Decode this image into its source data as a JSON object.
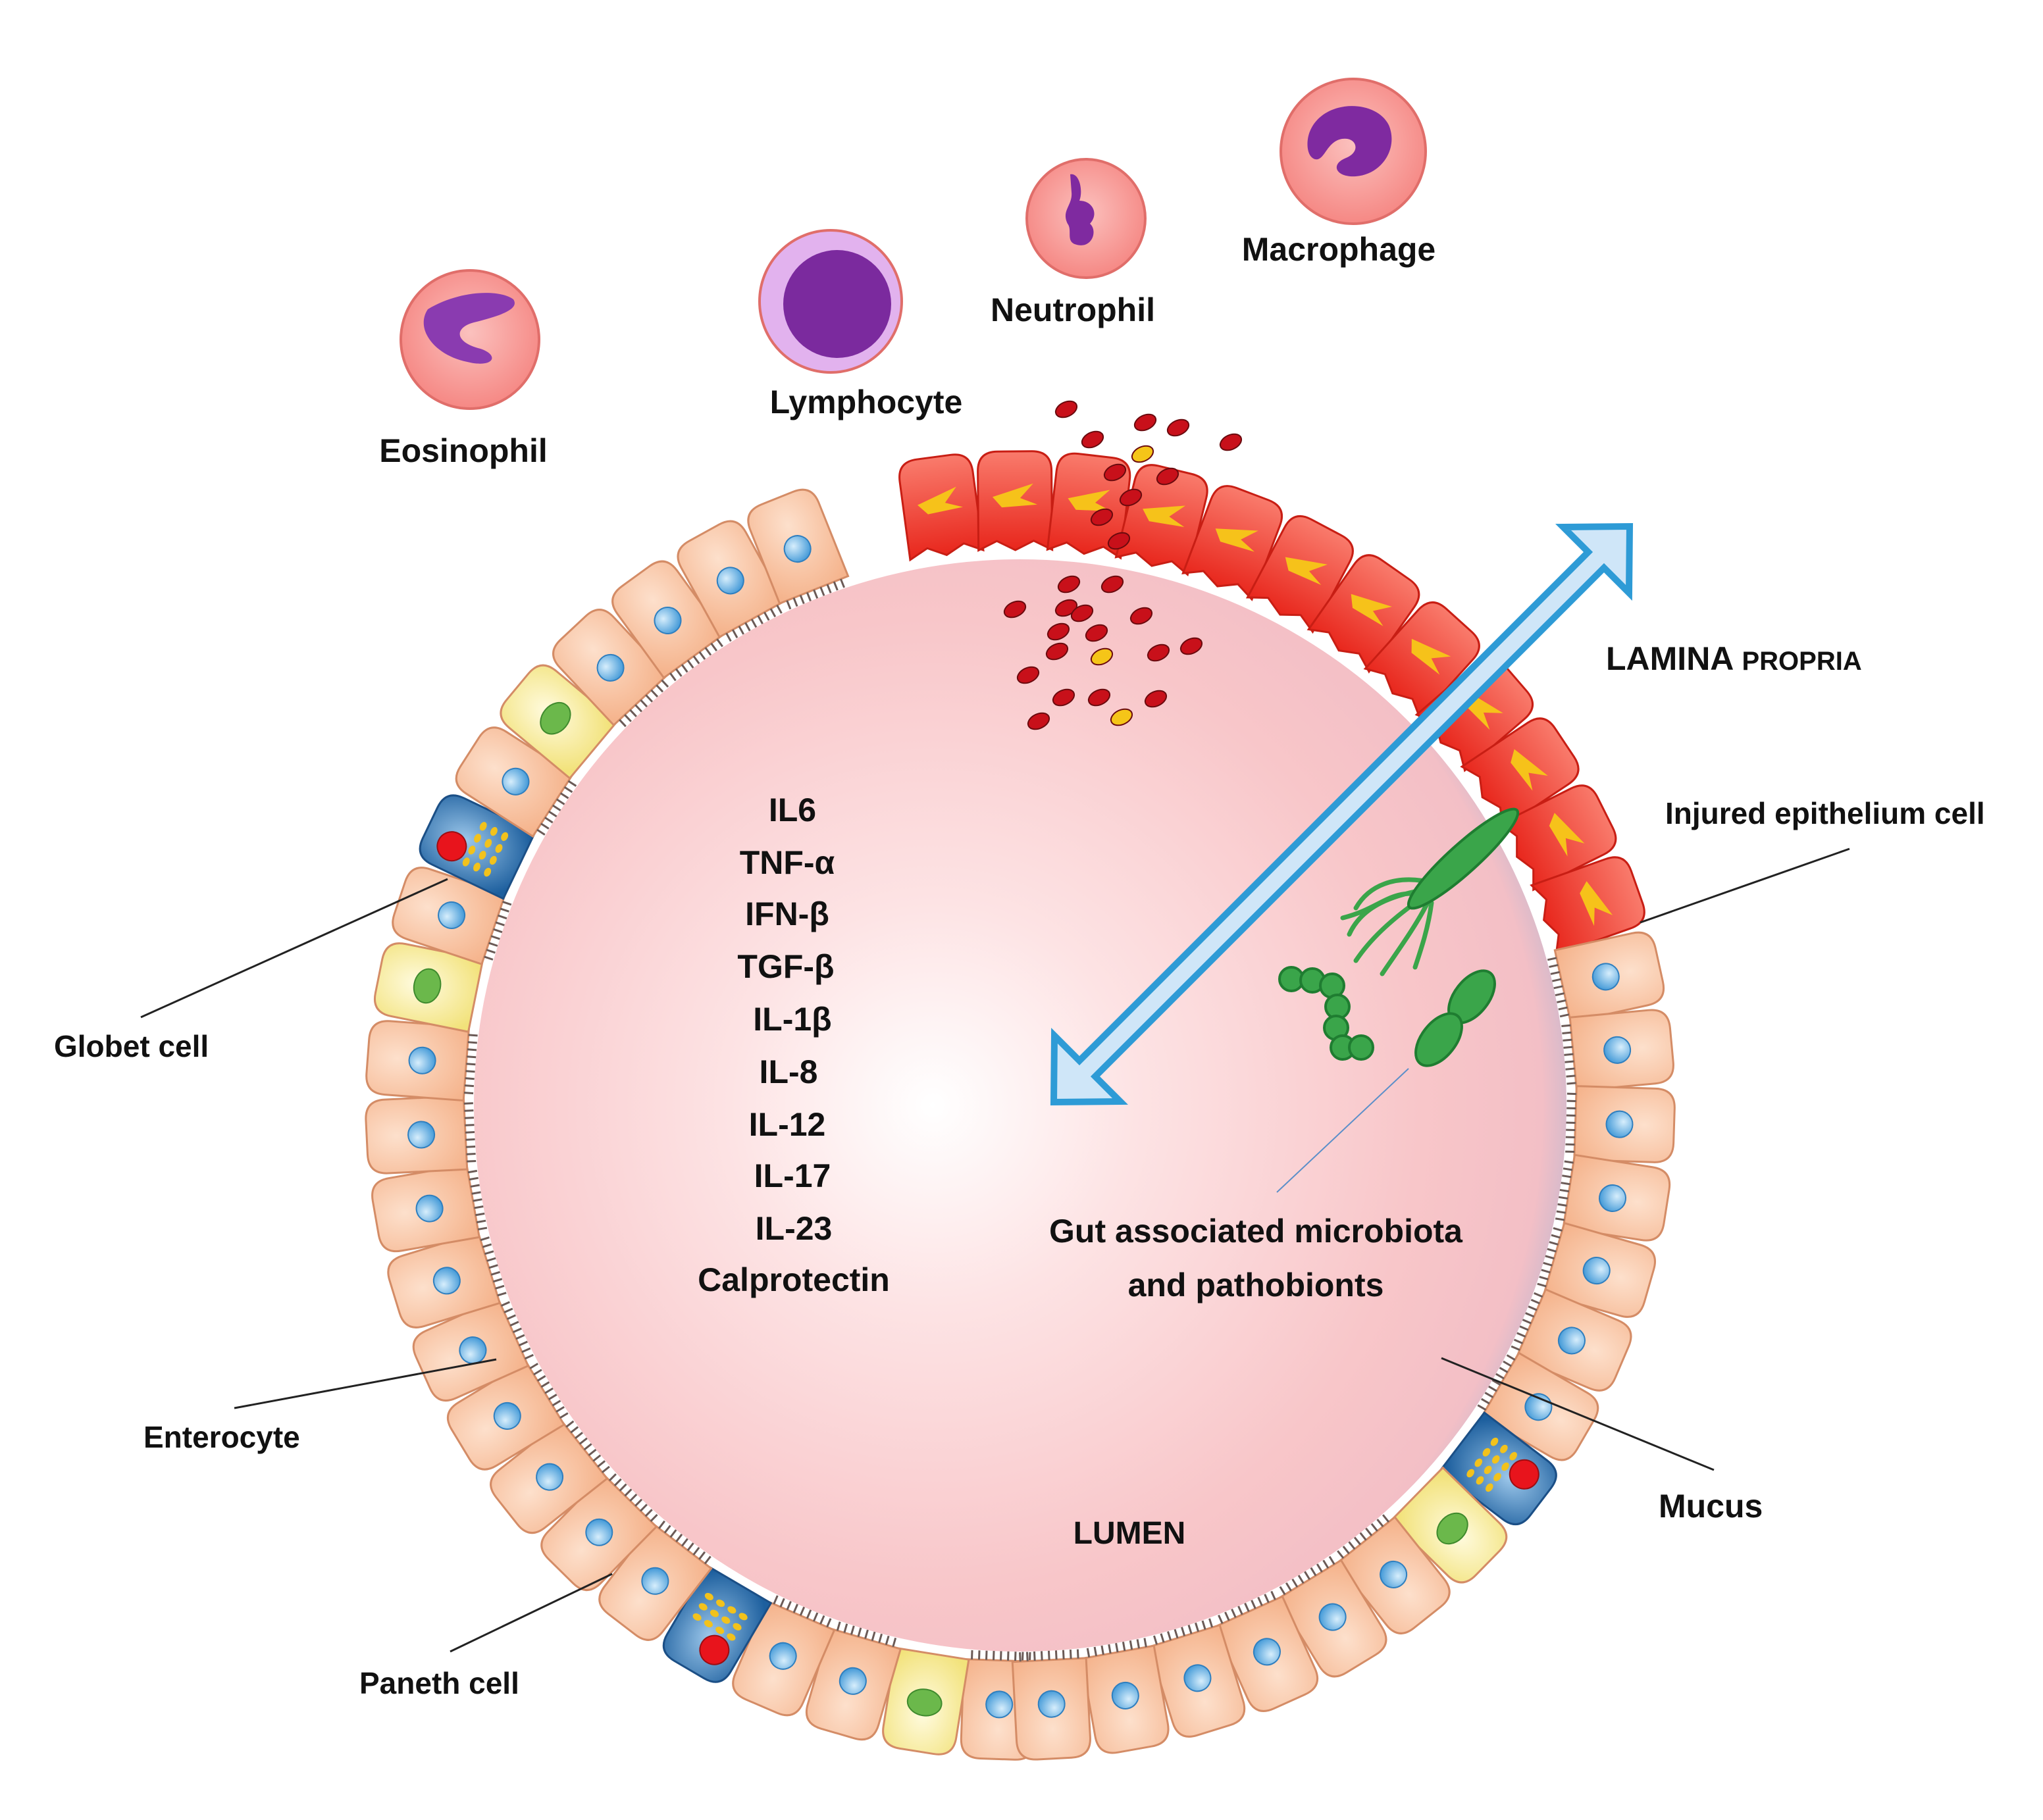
{
  "labels": {
    "eosinophil": "Eosinophil",
    "lymphocyte": "Lymphocyte",
    "neutrophil": "Neutrophil",
    "macrophage": "Macrophage",
    "lamina_main": "LAMINA ",
    "lamina_small": "PROPRIA",
    "injured_cell": "Injured epithelium cell",
    "globet_cell": "Globet cell",
    "enterocyte": "Enterocyte",
    "paneth_cell": "Paneth cell",
    "mucus": "Mucus",
    "lumen": "LUMEN",
    "microbiota_line1": "Gut associated  microbiota",
    "microbiota_line2": "and  pathobionts"
  },
  "cytokines": [
    "IL6",
    "TNF-α",
    "IFN-β",
    "TGF-β",
    "IL-1β",
    "IL-8",
    "IL-12",
    "IL-17",
    "IL-23",
    "Calprotectin"
  ],
  "colors": {
    "enterocyte": "#f9c7a5",
    "enterocyte_edge": "#d48c66",
    "enterocyte_nucleus": "#5aaee4",
    "goblet": "#f8f2a6",
    "goblet_nucleus": "#6bb84b",
    "paneth": "#2e74b7",
    "paneth_granule": "#f2c21c",
    "paneth_nucleus": "#e8141c",
    "injured": "#f04438",
    "injured_mark": "#f6c21a",
    "lumen_center": "#ffffff",
    "lumen_mid": "#f9c9cc",
    "mucus": "#a9b3d3",
    "arrow_fill": "#cfe6f8",
    "arrow_stroke": "#2e9bd6",
    "rbc": "#c8101a",
    "rbc_yellow": "#f5c518",
    "bacteria": "#3aa54a",
    "immune_body": "#f79794",
    "immune_nucleus": "#7f2aa0",
    "lymph_halo": "#d9a8e6"
  }
}
